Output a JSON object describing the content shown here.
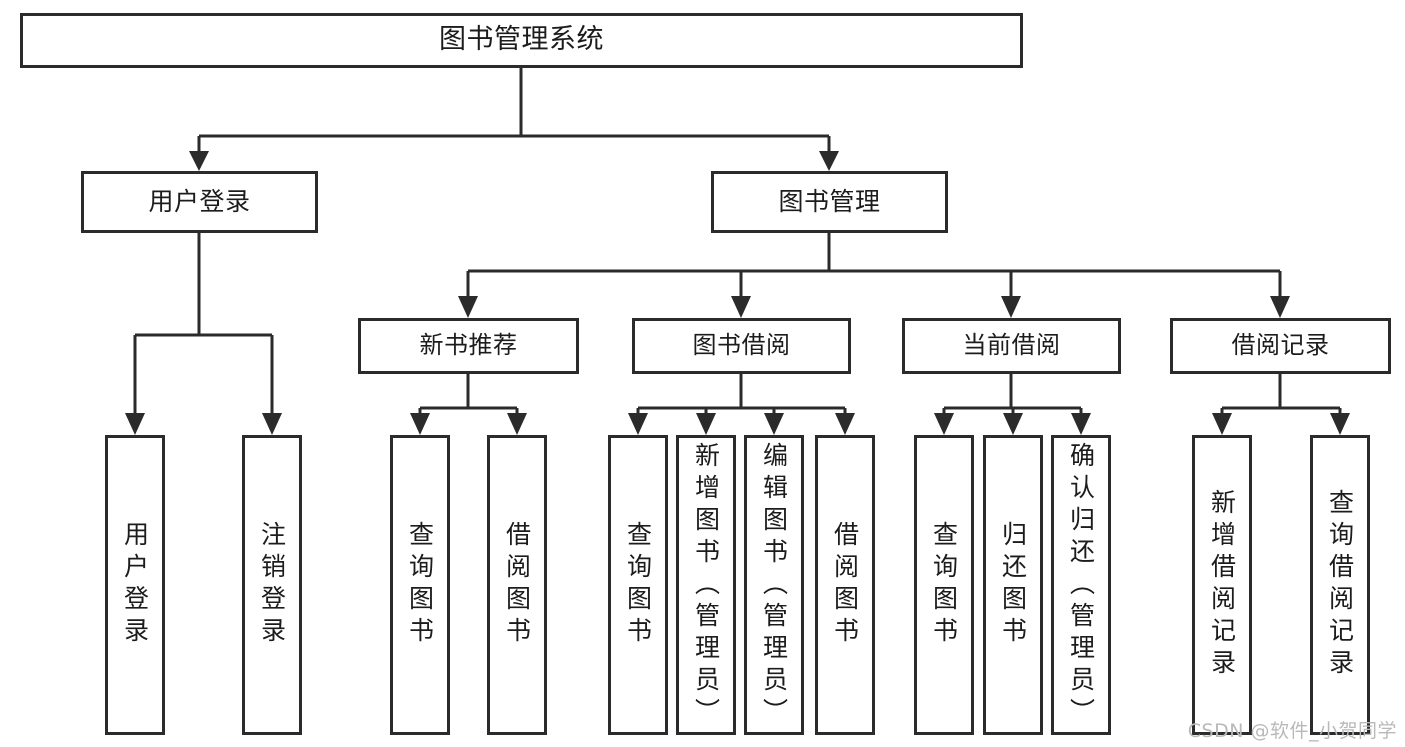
{
  "diagram": {
    "title": "图书管理系统",
    "type": "tree",
    "background": "#ffffff",
    "line_color": "#2b2b2b",
    "box_border_color": "#2b2b2b",
    "text_color": "#1c1c1c"
  },
  "nodes": {
    "root": {
      "label": "图书管理系统"
    },
    "level2": [
      {
        "label": "用户登录"
      },
      {
        "label": "图书管理"
      }
    ],
    "level3": [
      {
        "label": "新书推荐"
      },
      {
        "label": "图书借阅"
      },
      {
        "label": "当前借阅"
      },
      {
        "label": "借阅记录"
      }
    ],
    "leaves": [
      {
        "label": "用户登录",
        "parent": "用户登录"
      },
      {
        "label": "注销登录",
        "parent": "用户登录"
      },
      {
        "label": "查询图书",
        "parent": "新书推荐"
      },
      {
        "label": "借阅图书",
        "parent": "新书推荐"
      },
      {
        "label": "查询图书",
        "parent": "图书借阅"
      },
      {
        "label": "新增图书（管理员）",
        "parent": "图书借阅"
      },
      {
        "label": "编辑图书（管理员）",
        "parent": "图书借阅"
      },
      {
        "label": "借阅图书",
        "parent": "图书借阅"
      },
      {
        "label": "查询图书",
        "parent": "当前借阅"
      },
      {
        "label": "归还图书",
        "parent": "当前借阅"
      },
      {
        "label": "确认归还（管理员）",
        "parent": "当前借阅"
      },
      {
        "label": "新增借阅记录",
        "parent": "借阅记录"
      },
      {
        "label": "查询借阅记录",
        "parent": "借阅记录"
      }
    ]
  },
  "watermark": {
    "text": "CSDN @软件_小贺同学"
  }
}
